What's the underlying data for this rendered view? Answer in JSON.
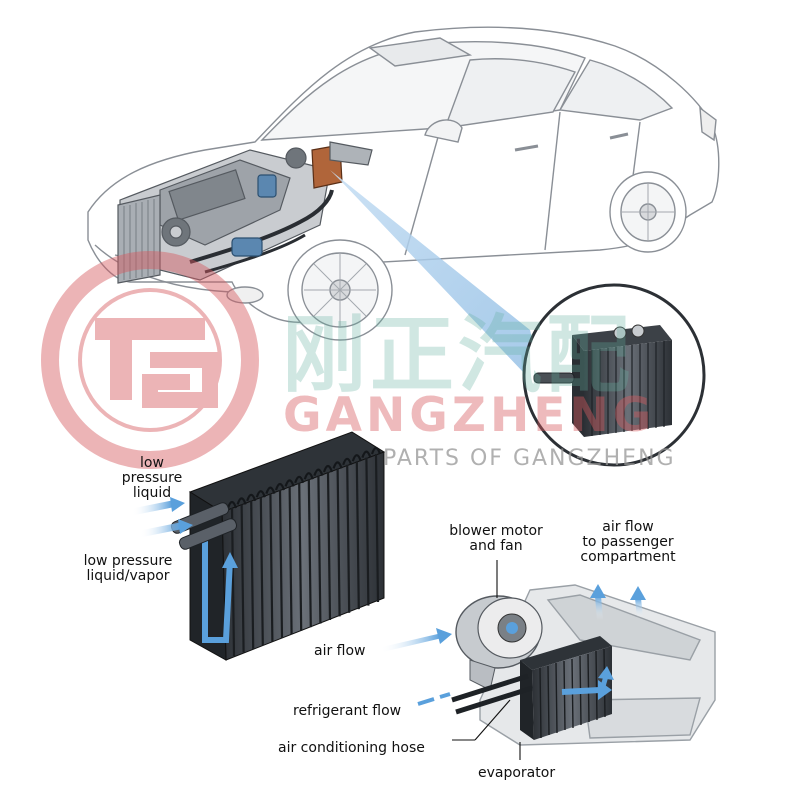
{
  "watermark": {
    "brand": "GANGZHENG",
    "subtitle": "PARTS OF GANGZHENG",
    "chinese": "刚正汽配",
    "colors": {
      "brand_red": "#d65a60",
      "brand_teal": "#64afa0"
    }
  },
  "labels": {
    "low_pressure_liquid": [
      "low",
      "pressure",
      "liquid"
    ],
    "low_pressure_liquid_vapor": [
      "low pressure",
      "liquid/vapor"
    ],
    "blower_motor": [
      "blower motor",
      "and fan"
    ],
    "air_flow_passenger": [
      "air flow",
      "to passenger",
      "compartment"
    ],
    "air_flow": "air flow",
    "refrigerant_flow": "refrigerant flow",
    "ac_hose": "air conditioning hose",
    "evaporator": "evaporator"
  },
  "colors": {
    "flow_arrow": "#5aa0dc",
    "evaporator_dark": "#3d4248",
    "highlight_beam": "#a9cdec"
  }
}
